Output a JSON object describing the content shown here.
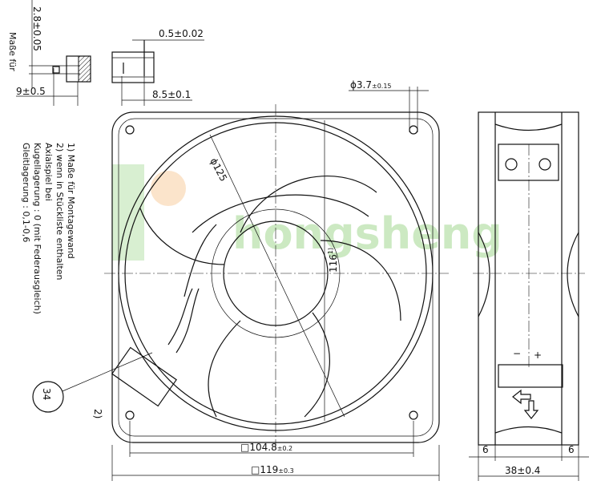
{
  "detail": {
    "dim_pin_height": "2.8±0.05",
    "dim_pin_length": "9±0.5",
    "dim_tab_thickness": "0.5±0.02",
    "dim_tab_position": "8.5±0.1",
    "partial_label": "Maße für"
  },
  "notes": [
    "1) Maße für Montagewand",
    "2) wenn in Stückliste enthalten",
    "Axialspiel bei",
    "Kugellagerung : 0 (mit Federausgleich)",
    "Gleitlagerung : 0,1-0,6"
  ],
  "front_view": {
    "hole_dia": "ϕ3.7",
    "hole_dia_tol": "±0.15",
    "fan_dia": "ϕ125",
    "hole_spacing_v": "116",
    "hole_spacing_v_note": "1)",
    "hole_spacing_h": "104.8",
    "hole_spacing_h_tol": "±0.2",
    "frame_size": "119",
    "frame_size_tol": "±0.3",
    "callout_number": "34",
    "callout_note": "2)"
  },
  "side_view": {
    "flange_left": "6",
    "flange_right": "6",
    "depth": "38±0.4",
    "minus_symbol": "−",
    "plus_symbol": "+"
  },
  "watermark": "hongsheng"
}
